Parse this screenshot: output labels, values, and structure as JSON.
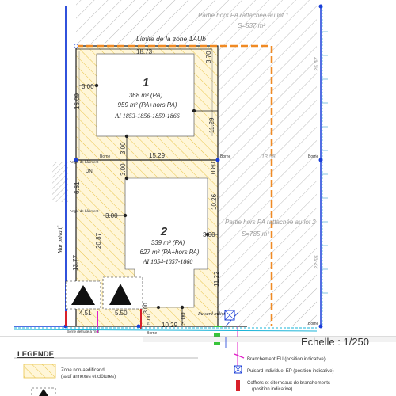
{
  "plan": {
    "top_label": "Partie hors PA rattachée au lot 1",
    "top_area": "S=537 m²",
    "zone_limit_label": "Limite de la zone 1AUb",
    "right_label": "Partie hors PA rattachée au lot 2",
    "right_area": "S=785 m²",
    "road_label": "Mur privatif",
    "lot1": {
      "number": "1",
      "area_pa": "368 m² (PA)",
      "area_total": "959 m² (PA+hors PA)",
      "parcels": "AI 1853-1856-1859-1866"
    },
    "lot2": {
      "number": "2",
      "area_pa": "339 m² (PA)",
      "area_total": "627 m² (PA+hors PA)",
      "parcels": "AI 1854-1857-1860"
    },
    "dims": {
      "d1873": "18.73",
      "d370": "3.70",
      "d300a": "3.00",
      "d1509": "15.09",
      "d1129": "11.29",
      "d300b": "3.00",
      "d1529": "15.29",
      "d080": "0.80",
      "d651": "6.51",
      "d1026": "10.26",
      "d300c": "3.00",
      "d300d": "3.00",
      "d2087": "20.87",
      "d1377": "13.77",
      "d1122": "11.22",
      "d451": "4.51",
      "d550": "5.50",
      "d300e": "3.00",
      "d1029": "10.29",
      "d300f": "3.00",
      "d1355": "13.55",
      "d2557": "25.57",
      "d2255": "22.55",
      "d500": "5.00"
    },
    "borne": "Borne",
    "angle1": "Angle de bâtiment",
    "angle2": "Angle de bâtiment",
    "ecluse": "Borne détruite à l'îlot",
    "puisard": "Puisard individuel",
    "dn": "DN"
  },
  "scale": "Echelle : 1/250",
  "legend": {
    "title": "LEGENDE",
    "zone_text1": "Zone non-aedificandi",
    "zone_text2": "(sauf annexes et clôtures)",
    "eu": "Branchement EU (position indicative)",
    "ep": "Puisard individuel EP (position indicative)",
    "coffrets1": "Coffrets et citerneaux de branchements",
    "coffrets2": "(position indicative)"
  },
  "colors": {
    "hatch_yellow": "#e8c44a",
    "zone_fill": "#fff6d8",
    "orange": "#f08a24",
    "purple": "#6a2a86",
    "red": "#d8202a",
    "cyan": "#1ab4d8",
    "blue": "#1a3ed8",
    "magenta": "#e020c8",
    "green": "#38c43a"
  }
}
